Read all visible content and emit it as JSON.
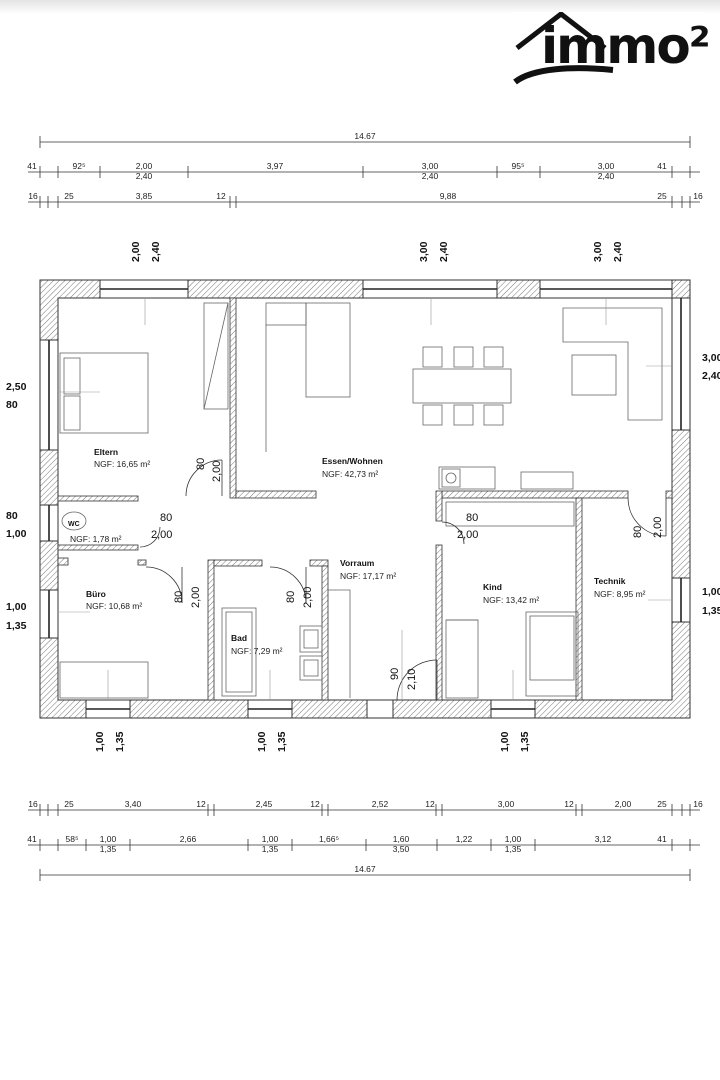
{
  "brand": {
    "logo_text": "immo²"
  },
  "dimensions": {
    "top_total": "14.67",
    "top_row2": [
      {
        "a": "41"
      },
      {
        "a": "92⁵"
      },
      {
        "a": "2,00",
        "b": "2,40"
      },
      {
        "a": "3,97"
      },
      {
        "a": "3,00",
        "b": "2,40"
      },
      {
        "a": "95⁵"
      },
      {
        "a": "3,00",
        "b": "2,40"
      },
      {
        "a": "41"
      }
    ],
    "top_row3": [
      "16",
      "25",
      "3,85",
      "12",
      "9,88",
      "25",
      "16"
    ],
    "bottom_row1": [
      "16",
      "25",
      "3,40",
      "12",
      "2,45",
      "12",
      "2,52",
      "12",
      "3,00",
      "12",
      "2,00",
      "25",
      "16"
    ],
    "bottom_row2": [
      {
        "a": "41"
      },
      {
        "a": "58⁵"
      },
      {
        "a": "1,00",
        "b": "1,35"
      },
      {
        "a": "2,66"
      },
      {
        "a": "1,00",
        "b": "1,35"
      },
      {
        "a": "1,66⁵"
      },
      {
        "a": "1,60",
        "b": "3,50"
      },
      {
        "a": "1,22"
      },
      {
        "a": "1,00",
        "b": "1,35"
      },
      {
        "a": "3,12"
      },
      {
        "a": "41"
      }
    ],
    "bottom_total": "14.67"
  },
  "window_labels": {
    "top": [
      {
        "a": "2,00",
        "b": "2,40"
      },
      {
        "a": "3,00",
        "b": "2,40"
      },
      {
        "a": "3,00",
        "b": "2,40"
      }
    ],
    "bottom": [
      {
        "a": "1,00",
        "b": "1,35"
      },
      {
        "a": "1,00",
        "b": "1,35"
      },
      {
        "a": "1,00",
        "b": "1,35"
      }
    ],
    "left": [
      {
        "a": "2,50",
        "b": "80"
      },
      {
        "a": "80",
        "b": "1,00"
      },
      {
        "a": "1,00",
        "b": "1,35"
      }
    ],
    "right": [
      {
        "a": "3,00",
        "b": "2,40"
      },
      {
        "a": "1,00",
        "b": "1,35"
      }
    ]
  },
  "rooms": [
    {
      "name": "Eltern",
      "ngf": "NGF: 16,65 m²"
    },
    {
      "name": "Essen/Wohnen",
      "ngf": "NGF:  42,73 m²"
    },
    {
      "name": "WC",
      "ngf": "NGF: 1,78 m²"
    },
    {
      "name": "Büro",
      "ngf": "NGF: 10,68 m²"
    },
    {
      "name": "Bad",
      "ngf": "NGF: 7,29 m²"
    },
    {
      "name": "Vorraum",
      "ngf": "NGF: 17,17 m²"
    },
    {
      "name": "Kind",
      "ngf": "NGF: 13,42 m²"
    },
    {
      "name": "Technik",
      "ngf": "NGF: 8,95 m²"
    }
  ],
  "doors": [
    {
      "w": "80",
      "h": "2,00"
    },
    {
      "w": "80",
      "h": "2,00"
    },
    {
      "w": "80",
      "h": "2,00"
    },
    {
      "w": "80",
      "h": "2,00"
    },
    {
      "w": "80",
      "h": "2,00"
    },
    {
      "w": "90",
      "h": "2,10"
    },
    {
      "w": "80",
      "h": "2,00"
    }
  ]
}
